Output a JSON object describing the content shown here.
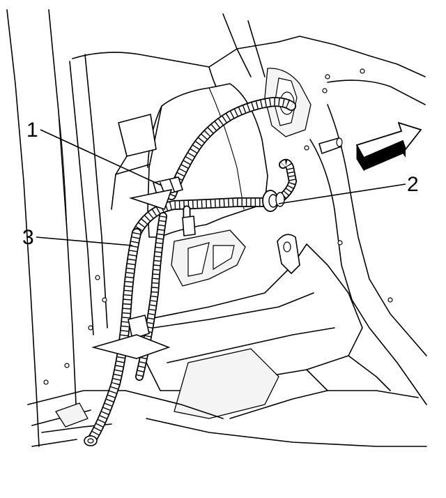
{
  "callouts": [
    {
      "id": "1",
      "label": "1"
    },
    {
      "id": "2",
      "label": "2"
    },
    {
      "id": "3",
      "label": "3"
    }
  ],
  "direction_arrow": {
    "icon": "forward-arrow-icon"
  },
  "colors": {
    "line": "#000000",
    "background": "#ffffff",
    "shade": "#f4f4f4"
  }
}
